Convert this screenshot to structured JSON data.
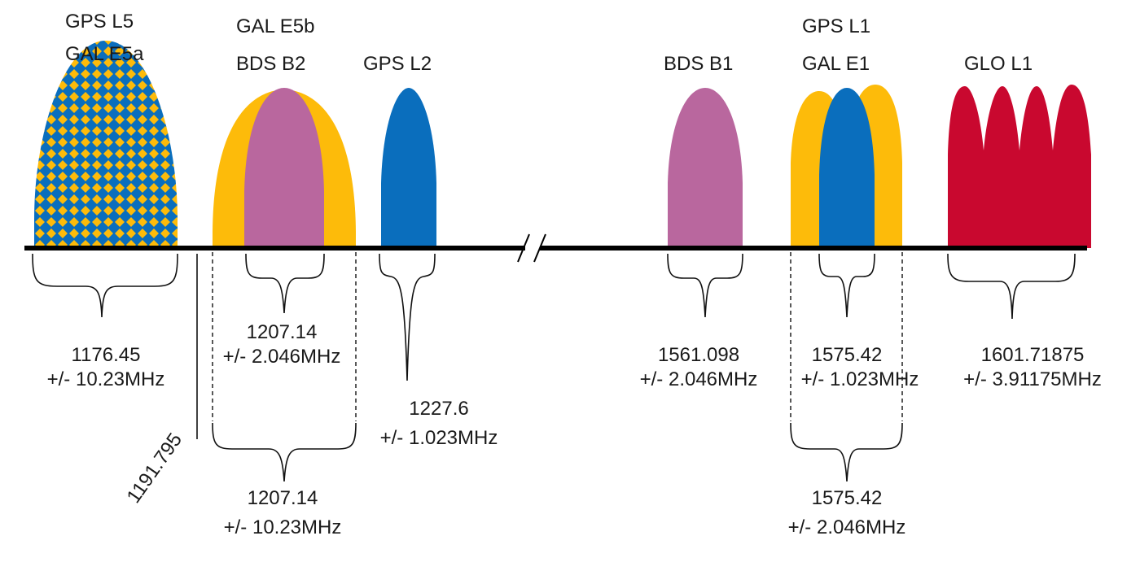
{
  "colors": {
    "gps": "#0a6ebd",
    "galileo": "#fdbb0a",
    "beidou": "#b9679e",
    "glonass": "#c9082f",
    "axis": "#000000"
  },
  "signals": {
    "gps_l5": "GPS L5",
    "gal_e5a": "GAL E5a",
    "gal_e5b": "GAL E5b",
    "bds_b2": "BDS B2",
    "gps_l2": "GPS L2",
    "bds_b1": "BDS B1",
    "gps_l1": "GPS L1",
    "gal_e1": "GAL E1",
    "glo_l1": "GLO L1"
  },
  "frequencies": {
    "l5_center": "1176.45",
    "l5_bw": "+/- 10.23MHz",
    "e5_marker": "1191.795",
    "b2_center": "1207.14",
    "b2_bw": "+/- 2.046MHz",
    "e5b_center": "1207.14",
    "e5b_bw": "+/- 10.23MHz",
    "l2_center": "1227.6",
    "l2_bw": "+/- 1.023MHz",
    "b1_center": "1561.098",
    "b1_bw": "+/- 2.046MHz",
    "l1_center": "1575.42",
    "l1_bw": "+/- 1.023MHz",
    "e1_center": "1575.42",
    "e1_bw": "+/- 2.046MHz",
    "glo_center": "1601.71875",
    "glo_bw": "+/- 3.91175MHz"
  }
}
